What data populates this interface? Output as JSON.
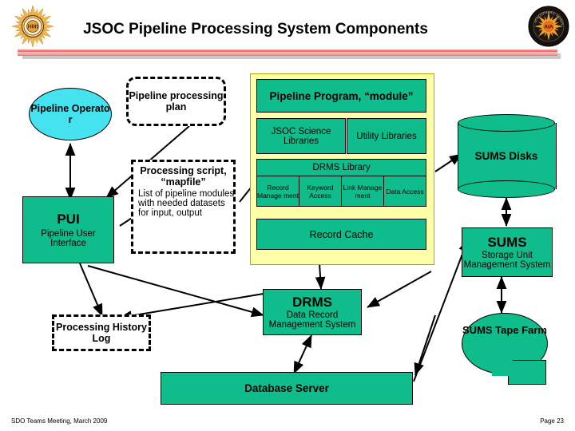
{
  "slide": {
    "title": "JSOC Pipeline Processing System Components",
    "footer_left": "SDO Teams Meeting, March 2009",
    "footer_right": "Page 23",
    "logo_left": "hmi-logo",
    "logo_right": "aia-logo"
  },
  "colors": {
    "green_box": "#0FBC8C",
    "cyan_ellipse": "#45E2F0",
    "yellow_panel": "#FFFFA8",
    "rule": "#E05A52",
    "text": "#000000"
  },
  "nodes": {
    "pipeline_operator": "Pipeline Operato r",
    "pipeline_processing_plan": "Pipeline processing plan",
    "processing_script_title": "Processing script, “mapfile”",
    "processing_script_body": "List of pipeline modules with needed datasets for input, output",
    "pui_title": "PUI",
    "pui_subtitle": "Pipeline User Interface",
    "processing_history_log": "Processing History Log",
    "drms_title": "DRMS",
    "drms_subtitle": "Data Record Management System",
    "database_server": "Database Server",
    "sums_disks": "SUMS Disks",
    "sums_title": "SUMS",
    "sums_subtitle": "Storage Unit Management System",
    "sums_tape_farm": "SUMS Tape Farm"
  },
  "module_panel": {
    "pipeline_program": "Pipeline Program, “module”",
    "jsoc_science_libraries": "JSOC Science Libraries",
    "utility_libraries": "Utility Libraries",
    "drms_library": "DRMS Library",
    "drms_library_parts": [
      "Record Manage ment",
      "Keyword Access",
      "Link Manage ment",
      "Data Access"
    ],
    "record_cache": "Record Cache"
  }
}
